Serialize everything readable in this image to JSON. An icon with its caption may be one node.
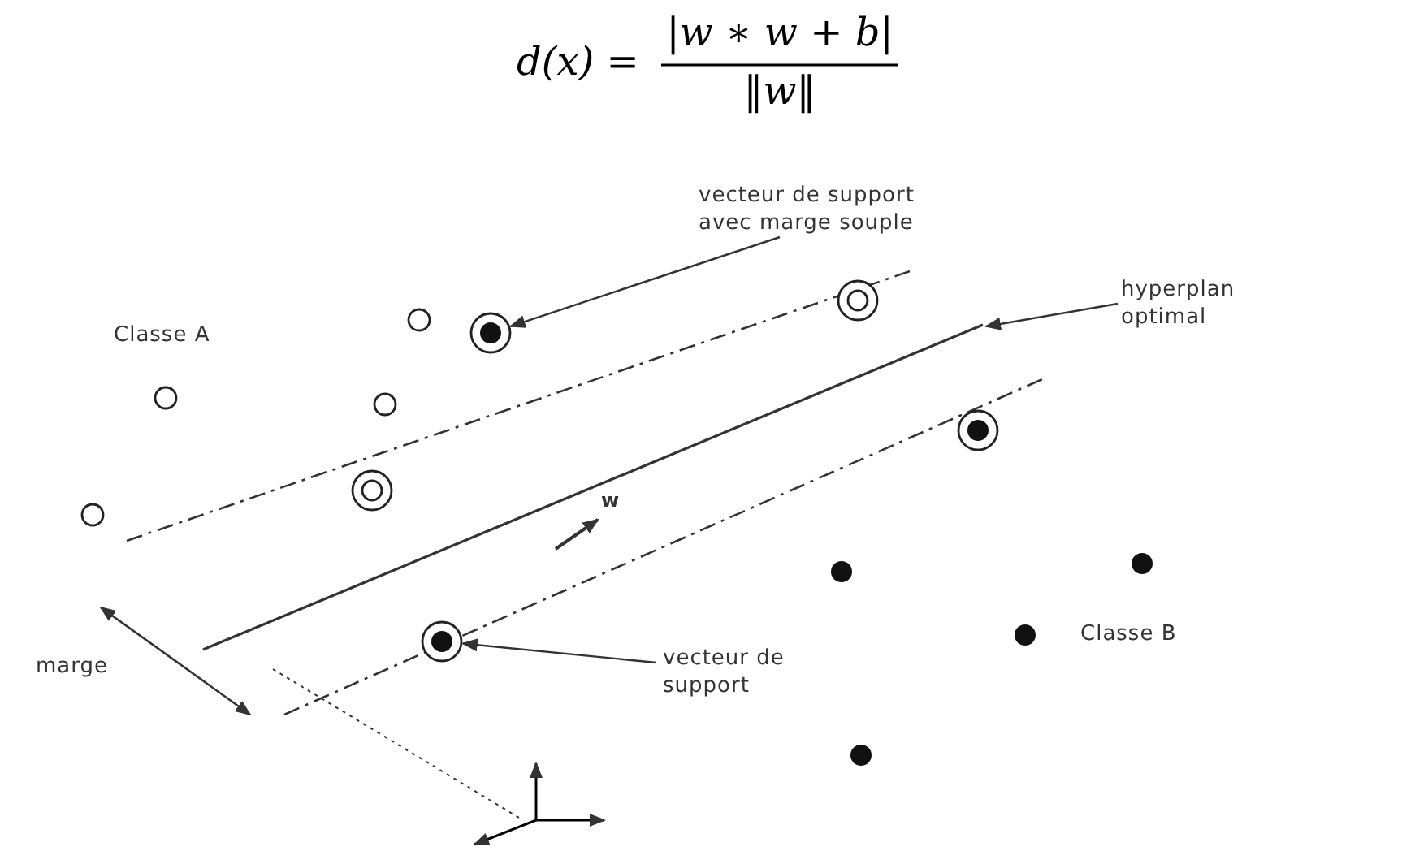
{
  "diagram": {
    "nodes": [
      {
        "text": [
          "vecteur de support avec marge souple"
        ]
      },
      {
        "text": [],
        "shape": "circle"
      },
      {
        "text": [
          "hyperplan optimal"
        ]
      },
      {
        "text": [
          "vecteur de support"
        ]
      },
      {
        "text": [],
        "shape": "circle"
      },
      {
        "text": [],
        "shape": "circle"
      },
      {
        "text": [],
        "shape": "circle"
      },
      {
        "text": [],
        "shape": "circle"
      }
    ],
    "edges": [
      {
        "from": 0,
        "to": 1,
        "arrow": "to"
      },
      {
        "from": 2,
        "to": null,
        "arrow": "to"
      },
      {
        "from": 3,
        "to": 4,
        "arrow": "to"
      }
    ],
    "labels": [
      "d(x) =",
      "|w ∗ w + b|",
      "‖w‖",
      "Classe A",
      "w",
      "marge",
      "Classe B"
    ]
  }
}
